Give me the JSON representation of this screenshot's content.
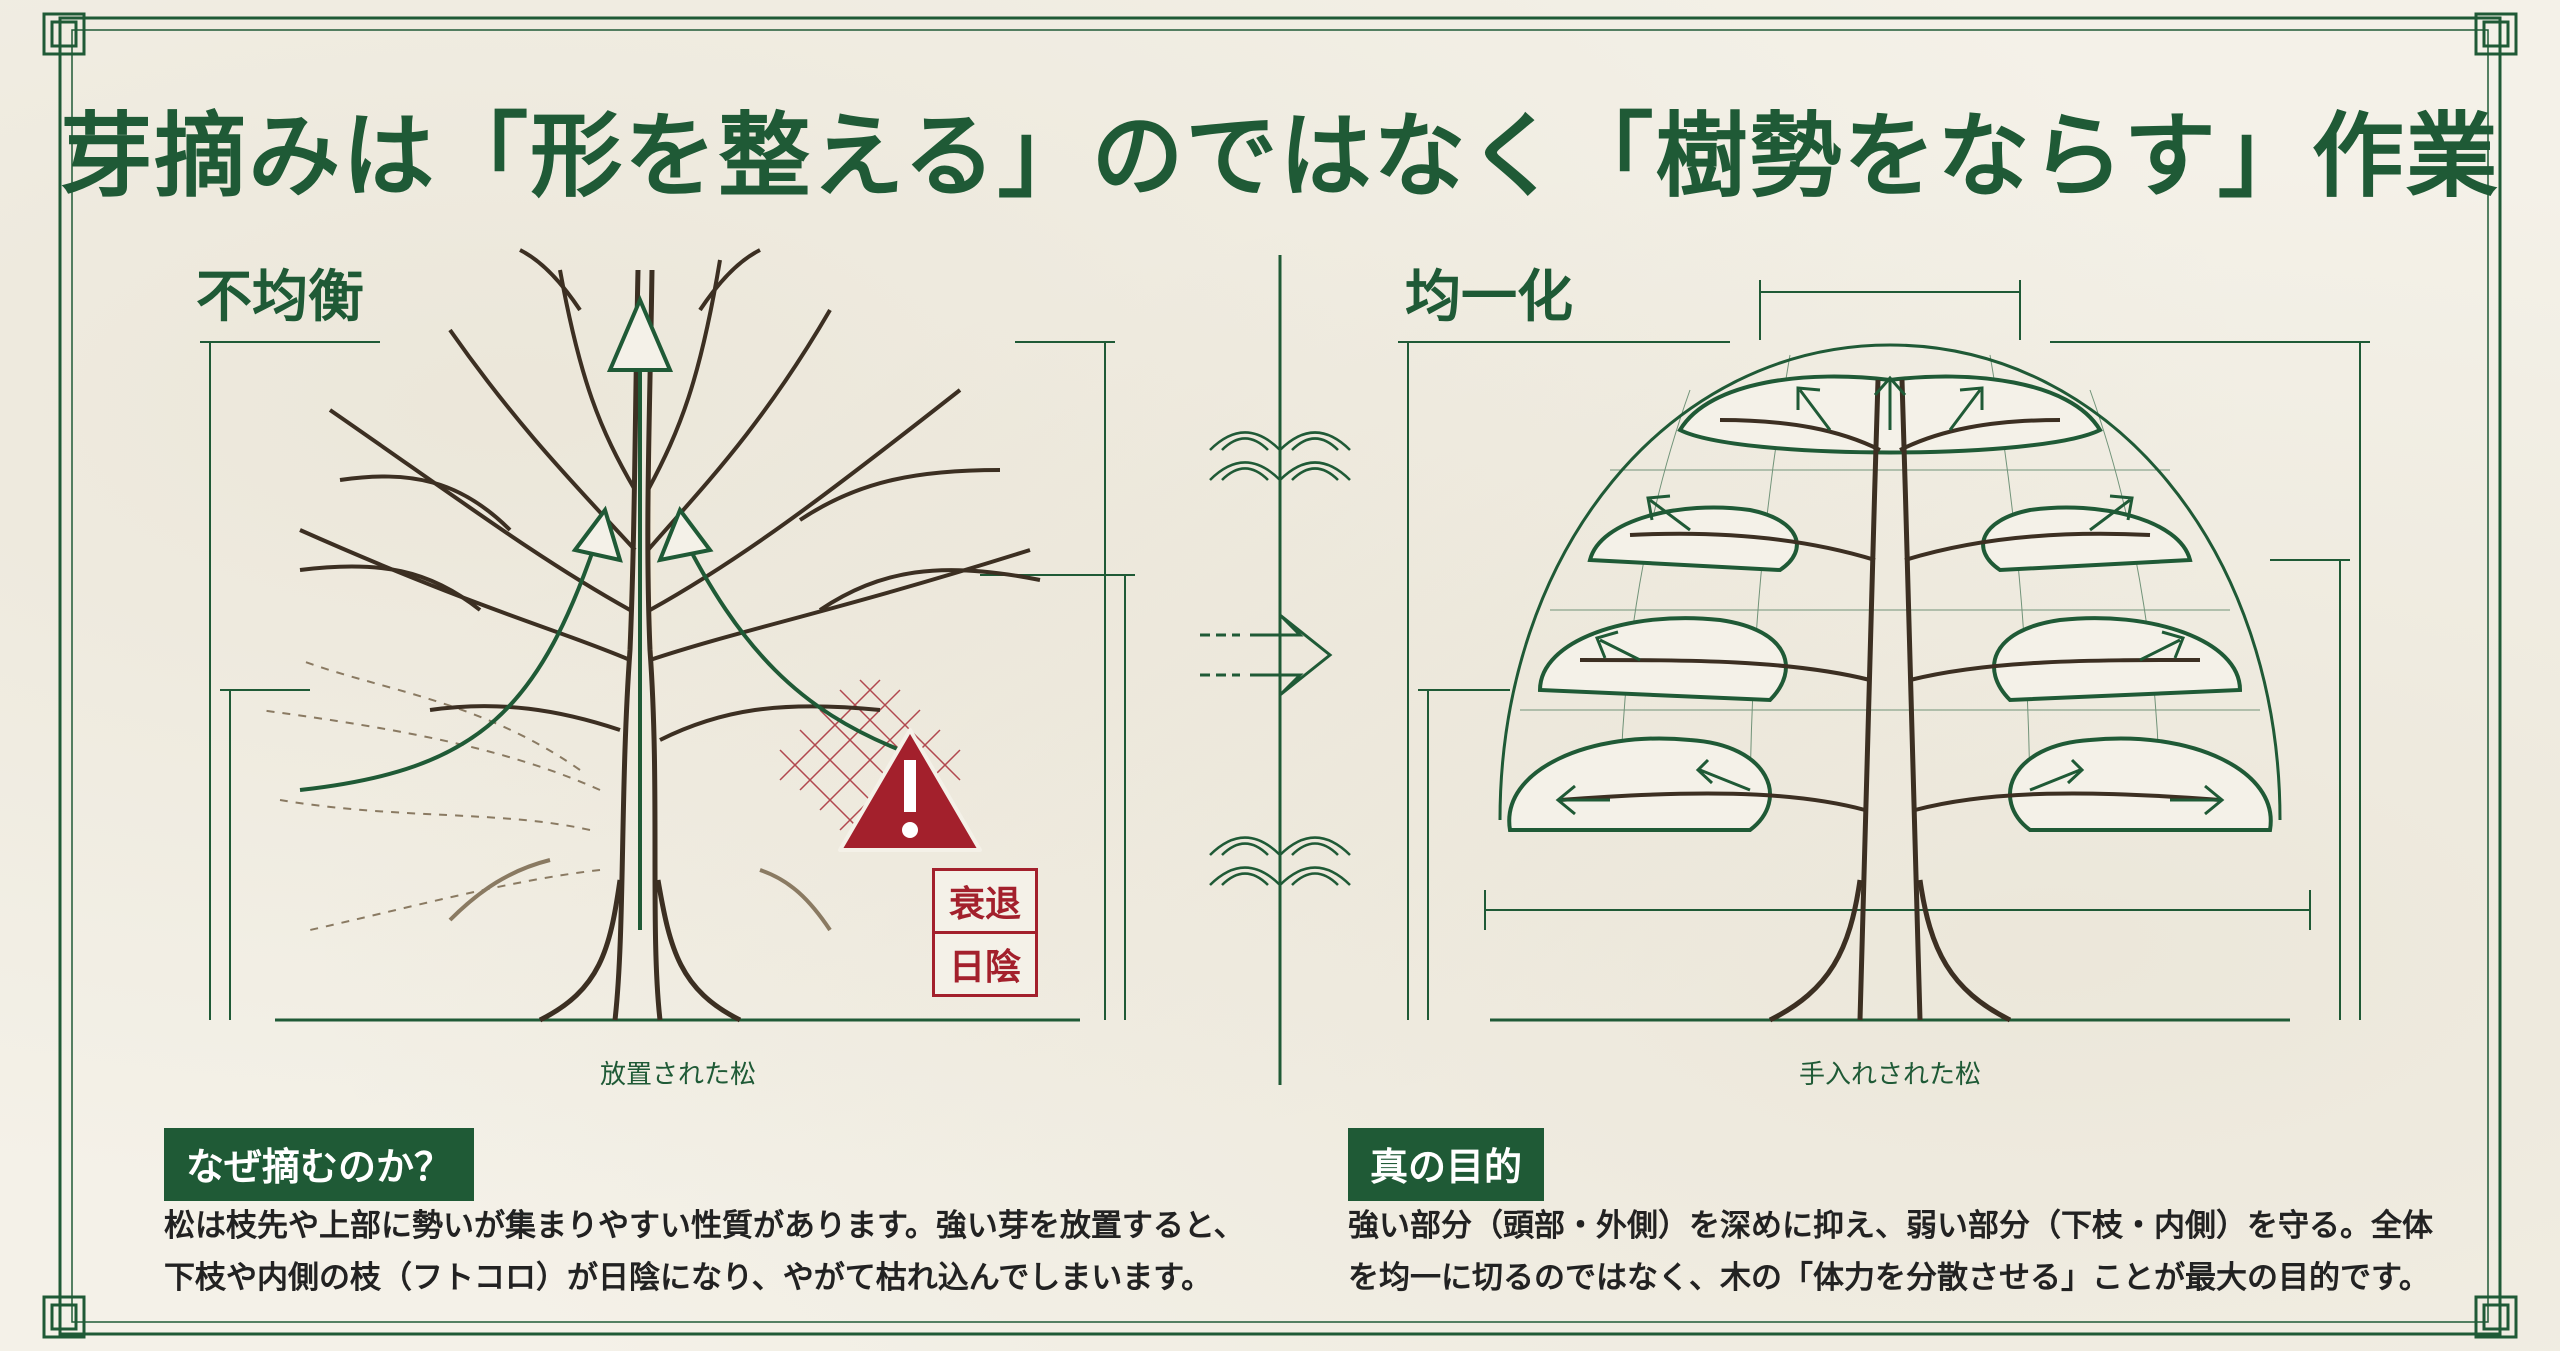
{
  "title": "芽摘みは「形を整える」のではなく「樹勢をならす」作業",
  "left": {
    "label": "不均衡",
    "caption": "放置された松",
    "warning": {
      "line1": "衰退",
      "line2": "日陰"
    }
  },
  "right": {
    "label": "均一化",
    "caption": "手入れされた松"
  },
  "why": {
    "heading": "なぜ摘むのか？",
    "line1": "松は枝先や上部に勢いが集まりやすい性質があります。強い芽を放置すると、",
    "line2": "下枝や内側の枝（フトコロ）が日陰になり、やがて枯れ込んでしまいます。"
  },
  "purpose": {
    "heading": "真の目的",
    "line1": "強い部分（頭部・外側）を深めに抑え、弱い部分（下枝・内側）を守る。全体",
    "line2": "を均一に切るのではなく、木の「体力を分散させる」ことが最大の目的です。"
  },
  "colors": {
    "green": "#1f5a36",
    "red": "#a3202c",
    "paper": "#f4f1e8",
    "trunk": "#3c2f22"
  }
}
